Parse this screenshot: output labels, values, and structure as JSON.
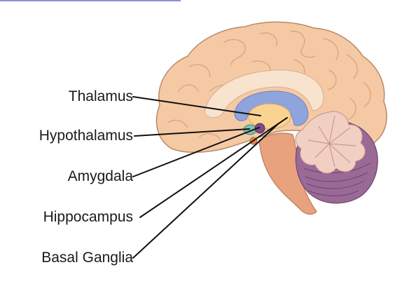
{
  "labels": {
    "thalamus": "Thalamus",
    "hypothalamus": "Hypothalamus",
    "amygdala": "Amygdala",
    "hippocampus": "Hippocampus",
    "basal_ganglia": "Basal Ganglia"
  },
  "colors": {
    "cortex": "#f5c9a3",
    "cortex_outline": "#b98a6a",
    "corpus_callosum": "#f8e3cf",
    "ventricle": "#8fa4dc",
    "thalamus": "#fbd391",
    "brainstem": "#e9a27e",
    "cerebellum_outer": "#9a6a96",
    "cerebellum_inner": "#f1cfc2",
    "hypothalamus": "#7fc0ad",
    "amygdala": "#7a4a86",
    "hippocampus_dot": "#e0874a",
    "top_bar": "#8f8fe0"
  }
}
